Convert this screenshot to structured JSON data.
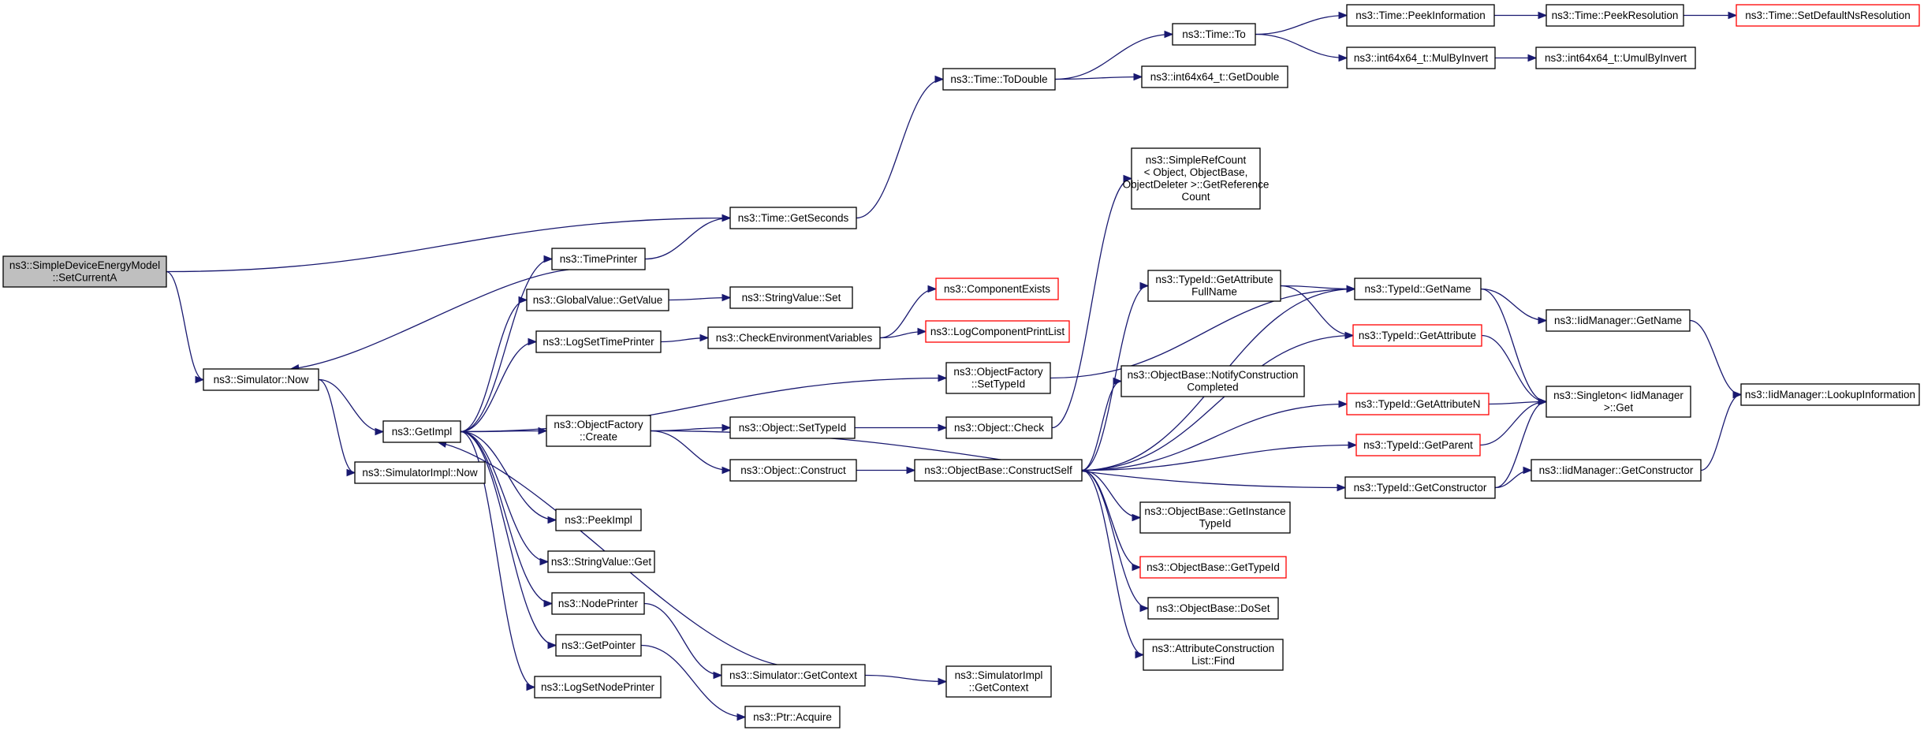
{
  "colors": {
    "edge": "#191970",
    "node_border": "#000000",
    "node_border_truncated": "#ff0000",
    "root_fill": "#bfbfbf",
    "node_fill": "#ffffff"
  },
  "nodes": [
    {
      "id": "root",
      "lines": [
        "ns3::SimpleDeviceEnergyModel",
        "::SetCurrentA"
      ],
      "kind": "root"
    },
    {
      "id": "simnow",
      "lines": [
        "ns3::Simulator::Now"
      ],
      "kind": "normal"
    },
    {
      "id": "getimpl",
      "lines": [
        "ns3::GetImpl"
      ],
      "kind": "normal"
    },
    {
      "id": "simimplnow",
      "lines": [
        "ns3::SimulatorImpl::Now"
      ],
      "kind": "normal"
    },
    {
      "id": "timeprinter",
      "lines": [
        "ns3::TimePrinter"
      ],
      "kind": "normal"
    },
    {
      "id": "gvgetvalue",
      "lines": [
        "ns3::GlobalValue::GetValue"
      ],
      "kind": "normal"
    },
    {
      "id": "logsettimeprinter",
      "lines": [
        "ns3::LogSetTimePrinter"
      ],
      "kind": "normal"
    },
    {
      "id": "ofcreate",
      "lines": [
        "ns3::ObjectFactory",
        "::Create"
      ],
      "kind": "normal"
    },
    {
      "id": "peekimpl",
      "lines": [
        "ns3::PeekImpl"
      ],
      "kind": "normal"
    },
    {
      "id": "svget",
      "lines": [
        "ns3::StringValue::Get"
      ],
      "kind": "normal"
    },
    {
      "id": "nodeprinter",
      "lines": [
        "ns3::NodePrinter"
      ],
      "kind": "normal"
    },
    {
      "id": "getpointer",
      "lines": [
        "ns3::GetPointer"
      ],
      "kind": "normal"
    },
    {
      "id": "logsetnodeprinter",
      "lines": [
        "ns3::LogSetNodePrinter"
      ],
      "kind": "normal"
    },
    {
      "id": "timegetseconds",
      "lines": [
        "ns3::Time::GetSeconds"
      ],
      "kind": "normal"
    },
    {
      "id": "svset",
      "lines": [
        "ns3::StringValue::Set"
      ],
      "kind": "normal"
    },
    {
      "id": "checkenv",
      "lines": [
        "ns3::CheckEnvironmentVariables"
      ],
      "kind": "normal"
    },
    {
      "id": "objsettypeid",
      "lines": [
        "ns3::Object::SetTypeId"
      ],
      "kind": "normal"
    },
    {
      "id": "objconstruct",
      "lines": [
        "ns3::Object::Construct"
      ],
      "kind": "normal"
    },
    {
      "id": "simgetcontext",
      "lines": [
        "ns3::Simulator::GetContext"
      ],
      "kind": "normal"
    },
    {
      "id": "ptracquire",
      "lines": [
        "ns3::Ptr::Acquire"
      ],
      "kind": "normal"
    },
    {
      "id": "compexists",
      "lines": [
        "ns3::ComponentExists"
      ],
      "kind": "truncated"
    },
    {
      "id": "logcompprint",
      "lines": [
        "ns3::LogComponentPrintList"
      ],
      "kind": "truncated"
    },
    {
      "id": "timetodouble",
      "lines": [
        "ns3::Time::ToDouble"
      ],
      "kind": "normal"
    },
    {
      "id": "ofsettypeid",
      "lines": [
        "ns3::ObjectFactory",
        "::SetTypeId"
      ],
      "kind": "normal"
    },
    {
      "id": "objcheck",
      "lines": [
        "ns3::Object::Check"
      ],
      "kind": "normal"
    },
    {
      "id": "obconstructself",
      "lines": [
        "ns3::ObjectBase::ConstructSelf"
      ],
      "kind": "normal"
    },
    {
      "id": "simimplgetcontext",
      "lines": [
        "ns3::SimulatorImpl",
        "::GetContext"
      ],
      "kind": "normal"
    },
    {
      "id": "timeto",
      "lines": [
        "ns3::Time::To"
      ],
      "kind": "normal"
    },
    {
      "id": "i64getdouble",
      "lines": [
        "ns3::int64x64_t::GetDouble"
      ],
      "kind": "normal"
    },
    {
      "id": "simplerefcount",
      "lines": [
        "ns3::SimpleRefCount",
        "< Object, ObjectBase,",
        "ObjectDeleter >::GetReference",
        "Count"
      ],
      "kind": "normal"
    },
    {
      "id": "tidgetattrfullname",
      "lines": [
        "ns3::TypeId::GetAttribute",
        "FullName"
      ],
      "kind": "normal"
    },
    {
      "id": "obnotifyconstruction",
      "lines": [
        "ns3::ObjectBase::NotifyConstruction",
        "Completed"
      ],
      "kind": "normal"
    },
    {
      "id": "obgetinstancetypeid",
      "lines": [
        "ns3::ObjectBase::GetInstance",
        "TypeId"
      ],
      "kind": "normal"
    },
    {
      "id": "obgettypeid",
      "lines": [
        "ns3::ObjectBase::GetTypeId"
      ],
      "kind": "truncated"
    },
    {
      "id": "obdoset",
      "lines": [
        "ns3::ObjectBase::DoSet"
      ],
      "kind": "normal"
    },
    {
      "id": "acfind",
      "lines": [
        "ns3::AttributeConstruction",
        "List::Find"
      ],
      "kind": "normal"
    },
    {
      "id": "timepeekinfo",
      "lines": [
        "ns3::Time::PeekInformation"
      ],
      "kind": "normal"
    },
    {
      "id": "i64mulbyinvert",
      "lines": [
        "ns3::int64x64_t::MulByInvert"
      ],
      "kind": "normal"
    },
    {
      "id": "tidgetname",
      "lines": [
        "ns3::TypeId::GetName"
      ],
      "kind": "normal"
    },
    {
      "id": "tidgetattribute",
      "lines": [
        "ns3::TypeId::GetAttribute"
      ],
      "kind": "truncated"
    },
    {
      "id": "tidgetattributen",
      "lines": [
        "ns3::TypeId::GetAttributeN"
      ],
      "kind": "truncated"
    },
    {
      "id": "tidgetparent",
      "lines": [
        "ns3::TypeId::GetParent"
      ],
      "kind": "truncated"
    },
    {
      "id": "tidgetconstructor",
      "lines": [
        "ns3::TypeId::GetConstructor"
      ],
      "kind": "normal"
    },
    {
      "id": "timepeekres",
      "lines": [
        "ns3::Time::PeekResolution"
      ],
      "kind": "normal"
    },
    {
      "id": "i64umulbyinvert",
      "lines": [
        "ns3::int64x64_t::UmulByInvert"
      ],
      "kind": "normal"
    },
    {
      "id": "iidgetname",
      "lines": [
        "ns3::IidManager::GetName"
      ],
      "kind": "normal"
    },
    {
      "id": "singletonget",
      "lines": [
        "ns3::Singleton< IidManager",
        ">::Get"
      ],
      "kind": "normal"
    },
    {
      "id": "iidgetconstructor",
      "lines": [
        "ns3::IidManager::GetConstructor"
      ],
      "kind": "normal"
    },
    {
      "id": "timesetdefault",
      "lines": [
        "ns3::Time::SetDefaultNsResolution"
      ],
      "kind": "truncated"
    },
    {
      "id": "iidlookup",
      "lines": [
        "ns3::IidManager::LookupInformation"
      ],
      "kind": "normal"
    }
  ],
  "edges": [
    [
      "root",
      "timegetseconds"
    ],
    [
      "root",
      "simnow"
    ],
    [
      "simnow",
      "getimpl"
    ],
    [
      "simnow",
      "simimplnow"
    ],
    [
      "getimpl",
      "timeprinter"
    ],
    [
      "getimpl",
      "gvgetvalue"
    ],
    [
      "getimpl",
      "logsettimeprinter"
    ],
    [
      "getimpl",
      "ofsettypeid"
    ],
    [
      "getimpl",
      "ofcreate"
    ],
    [
      "getimpl",
      "peekimpl"
    ],
    [
      "getimpl",
      "svget"
    ],
    [
      "getimpl",
      "nodeprinter"
    ],
    [
      "getimpl",
      "getpointer"
    ],
    [
      "getimpl",
      "logsetnodeprinter"
    ],
    [
      "timeprinter",
      "simnow"
    ],
    [
      "timeprinter",
      "timegetseconds"
    ],
    [
      "gvgetvalue",
      "svset"
    ],
    [
      "logsettimeprinter",
      "checkenv"
    ],
    [
      "checkenv",
      "compexists"
    ],
    [
      "checkenv",
      "logcompprint"
    ],
    [
      "ofcreate",
      "objsettypeid"
    ],
    [
      "ofcreate",
      "objconstruct"
    ],
    [
      "ofcreate",
      "tidgetconstructor"
    ],
    [
      "nodeprinter",
      "simgetcontext"
    ],
    [
      "getpointer",
      "ptracquire"
    ],
    [
      "simgetcontext",
      "getimpl"
    ],
    [
      "simgetcontext",
      "simimplgetcontext"
    ],
    [
      "timegetseconds",
      "timetodouble"
    ],
    [
      "timetodouble",
      "timeto"
    ],
    [
      "timetodouble",
      "i64getdouble"
    ],
    [
      "timeto",
      "timepeekinfo"
    ],
    [
      "timeto",
      "i64mulbyinvert"
    ],
    [
      "timepeekinfo",
      "timepeekres"
    ],
    [
      "timepeekres",
      "timesetdefault"
    ],
    [
      "i64mulbyinvert",
      "i64umulbyinvert"
    ],
    [
      "ofsettypeid",
      "tidgetname"
    ],
    [
      "objsettypeid",
      "objcheck"
    ],
    [
      "objconstruct",
      "obconstructself"
    ],
    [
      "objcheck",
      "simplerefcount"
    ],
    [
      "obconstructself",
      "tidgetattrfullname"
    ],
    [
      "obconstructself",
      "tidgetname"
    ],
    [
      "obconstructself",
      "tidgetattribute"
    ],
    [
      "obconstructself",
      "obnotifyconstruction"
    ],
    [
      "obconstructself",
      "tidgetattributen"
    ],
    [
      "obconstructself",
      "tidgetparent"
    ],
    [
      "obconstructself",
      "obgetinstancetypeid"
    ],
    [
      "obconstructself",
      "obgettypeid"
    ],
    [
      "obconstructself",
      "obdoset"
    ],
    [
      "obconstructself",
      "acfind"
    ],
    [
      "tidgetattrfullname",
      "tidgetname"
    ],
    [
      "tidgetattrfullname",
      "tidgetattribute"
    ],
    [
      "tidgetname",
      "iidgetname"
    ],
    [
      "tidgetname",
      "singletonget"
    ],
    [
      "tidgetattribute",
      "singletonget"
    ],
    [
      "tidgetattributen",
      "singletonget"
    ],
    [
      "tidgetparent",
      "singletonget"
    ],
    [
      "tidgetconstructor",
      "singletonget"
    ],
    [
      "tidgetconstructor",
      "iidgetconstructor"
    ],
    [
      "iidgetname",
      "iidlookup"
    ],
    [
      "iidgetconstructor",
      "iidlookup"
    ]
  ]
}
